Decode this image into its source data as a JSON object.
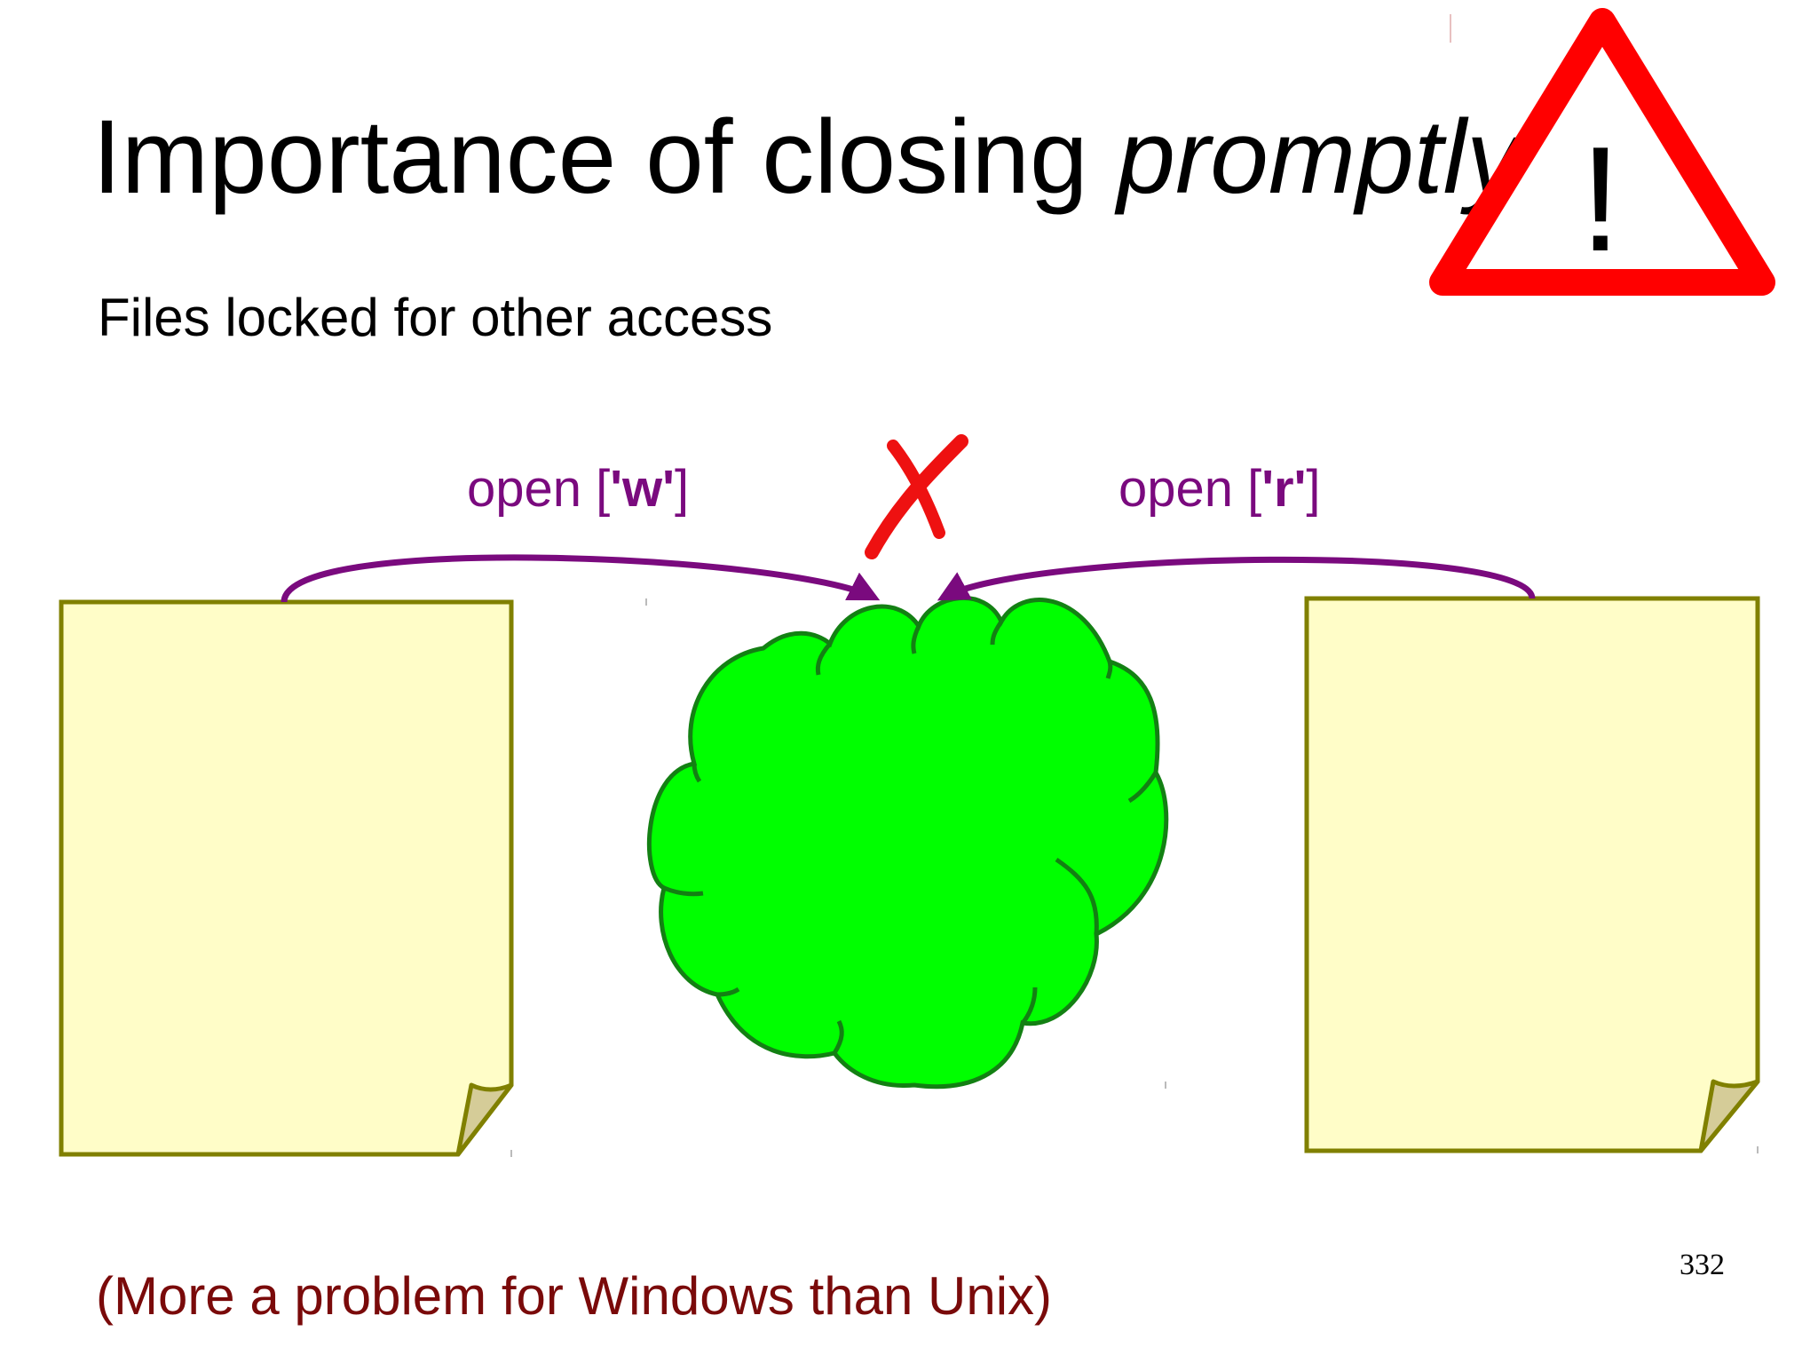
{
  "slide": {
    "title_plain": "Importance of closing ",
    "title_emphasis": "promptly",
    "subtitle": "Files locked for other access",
    "footnote": "(More a problem for Windows than Unix)",
    "page_number": "332"
  },
  "diagram": {
    "left_arrow": {
      "label_prefix": "open [",
      "label_mode": "'w'",
      "label_suffix": "]"
    },
    "right_arrow": {
      "label_prefix": "open [",
      "label_mode": "'r'",
      "label_suffix": "]"
    },
    "warning_symbol": "!",
    "colors": {
      "arrow": "#7a0a7e",
      "cross": "#ee1111",
      "file_fill": "#fffdc8",
      "file_border": "#808000",
      "cloud_fill": "#00ff00",
      "cloud_border": "#138013",
      "warning_red": "#ff0000",
      "footnote": "#7a0a0a"
    },
    "icons": [
      "warning-triangle-icon",
      "cross-mark-icon",
      "file-icon",
      "cloud-icon"
    ]
  }
}
